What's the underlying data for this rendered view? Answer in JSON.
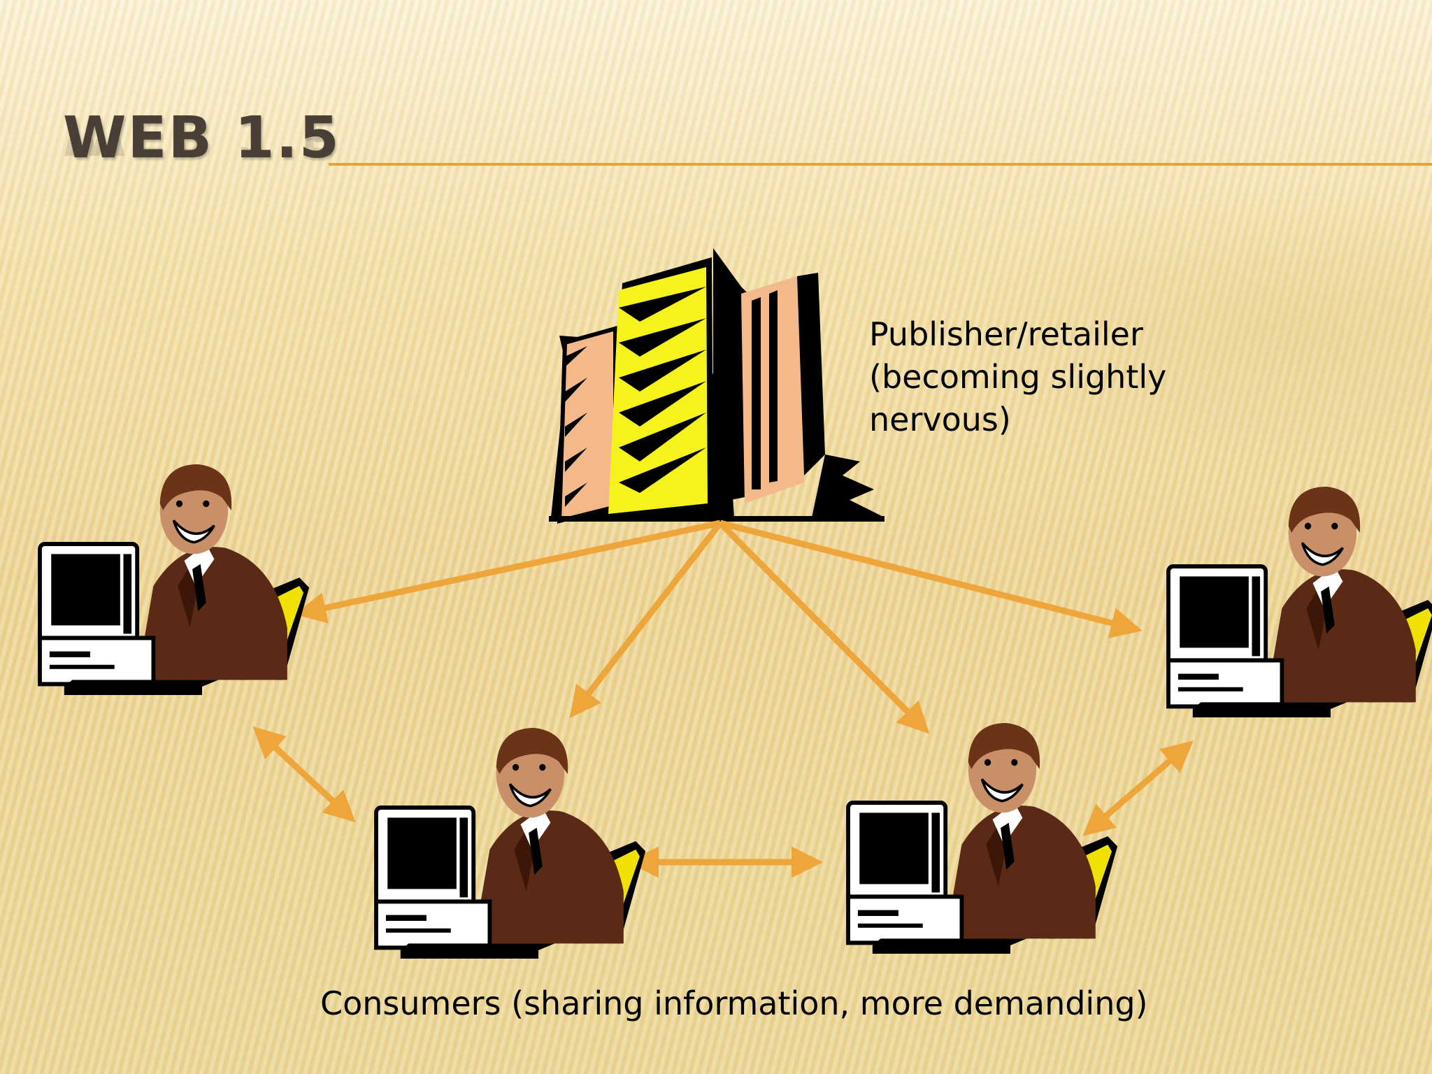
{
  "slide": {
    "title": "WEB 1.5"
  },
  "publisher": {
    "label_lines": [
      "Publisher/retailer",
      "(becoming slightly",
      "nervous)"
    ],
    "icon": "office-building-icon"
  },
  "consumers": {
    "label": "Consumers (sharing information, more demanding)",
    "icon": "person-at-computer-icon",
    "count": 4
  },
  "colors": {
    "arrow": "#eea53a",
    "title_rule": "#e0a441",
    "title_text": "#4a3f36",
    "building_yellow": "#f6f21c",
    "building_peach": "#f4b98a",
    "suit_brown": "#5a2a16"
  }
}
